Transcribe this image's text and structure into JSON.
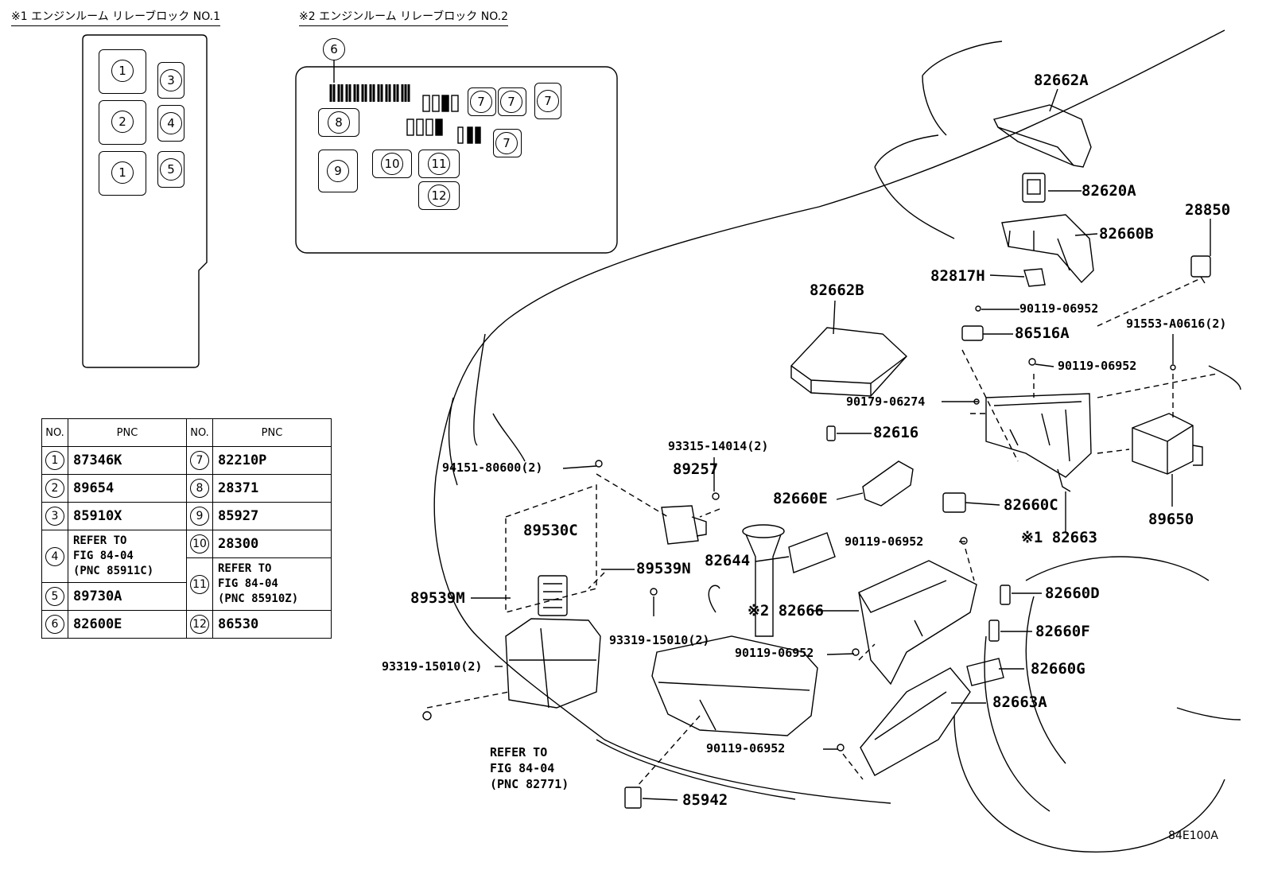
{
  "relay_block_1": {
    "title": "※1 エンジンルーム リレーブロック NO.1",
    "slots": [
      "1",
      "3",
      "2",
      "4",
      "1",
      "5"
    ]
  },
  "relay_block_2": {
    "title": "※2 エンジンルーム リレーブロック NO.2",
    "slots": [
      "6",
      "8",
      "9",
      "7",
      "7",
      "7",
      "7",
      "10",
      "11",
      "12"
    ]
  },
  "table": {
    "headers": [
      "NO.",
      "PNC",
      "NO.",
      "PNC"
    ],
    "rows_left": [
      {
        "no": "1",
        "pnc": "87346K"
      },
      {
        "no": "2",
        "pnc": "89654"
      },
      {
        "no": "3",
        "pnc": "85910X"
      },
      {
        "no": "4",
        "pnc_lines": [
          "REFER TO",
          "FIG 84-04",
          "(PNC 85911C)"
        ]
      },
      {
        "no": "5",
        "pnc": "89730A"
      },
      {
        "no": "6",
        "pnc": "82600E"
      }
    ],
    "rows_right": [
      {
        "no": "7",
        "pnc": "82210P"
      },
      {
        "no": "8",
        "pnc": "28371"
      },
      {
        "no": "9",
        "pnc": "85927"
      },
      {
        "no": "10",
        "pnc": "28300"
      },
      {
        "no": "11",
        "pnc_lines": [
          "REFER TO",
          "FIG 84-04",
          "(PNC 85910Z)"
        ]
      },
      {
        "no": "12",
        "pnc": "86530"
      }
    ]
  },
  "part_labels": {
    "p82662A": "82662A",
    "p82620A": "82620A",
    "p28850": "28850",
    "p82660B": "82660B",
    "p82817H": "82817H",
    "p82662B": "82662B",
    "p90119_a": "90119-06952",
    "p86516A": "86516A",
    "p91553": "91553-A0616(2)",
    "p90119_b": "90119-06952",
    "p90179": "90179-06274",
    "p82616": "82616",
    "p93315": "93315-14014(2)",
    "p94151": "94151-80600(2)",
    "p89257": "89257",
    "p82660E": "82660E",
    "p82660C": "82660C",
    "p89650": "89650",
    "p89530C": "89530C",
    "p90119_c": "90119-06952",
    "p82663": "※1 82663",
    "p82644": "82644",
    "p89539N": "89539N",
    "p89539M": "89539M",
    "p82666": "※2 82666",
    "p82660D": "82660D",
    "p93319_a": "93319-15010(2)",
    "p82660F": "82660F",
    "p90119_d": "90119-06952",
    "p93319_b": "93319-15010(2)",
    "p82660G": "82660G",
    "p82663A": "82663A",
    "p90119_e": "90119-06952",
    "p85942": "85942"
  },
  "refer_note": [
    "REFER TO",
    "FIG 84-04",
    "(PNC 82771)"
  ],
  "figure_code": "84E100A"
}
